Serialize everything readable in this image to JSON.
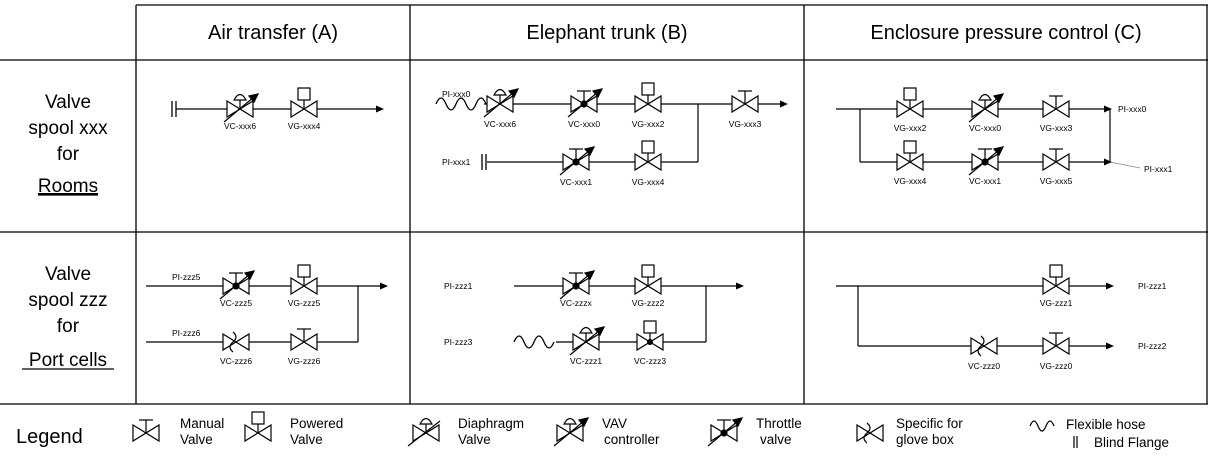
{
  "headers": {
    "air": "Air transfer (A)",
    "trunk": "Elephant trunk (B)",
    "enclosure": "Enclosure pressure control (C)"
  },
  "rows": {
    "rooms": {
      "line1": "Valve",
      "line2": "spool xxx",
      "line3": "for",
      "line4": "Rooms"
    },
    "ports": {
      "line1": "Valve",
      "line2": "spool zzz",
      "line3": "for",
      "line4": "Port cells"
    }
  },
  "valve_tags": {
    "a_rooms_vc": "VC-xxx6",
    "a_rooms_vg": "VG-xxx4",
    "b_rooms_pi0": "PI-xxx0",
    "b_rooms_vc6": "VC-xxx6",
    "b_rooms_vc0": "VC-xxx0",
    "b_rooms_vg2": "VG-xxx2",
    "b_rooms_vg3": "VG-xxx3",
    "b_rooms_pi1": "PI-xxx1",
    "b_rooms_vc1": "VC-xxx1",
    "b_rooms_vg4": "VG-xxx4",
    "c_rooms_vg2": "VG-xxx2",
    "c_rooms_vc0": "VC-xxx0",
    "c_rooms_vg3": "VG-xxx3",
    "c_rooms_pi0": "PI-xxx0",
    "c_rooms_vg4": "VG-xxx4",
    "c_rooms_vc1": "VC-xxx1",
    "c_rooms_vg5": "VG-xxx5",
    "c_rooms_pi1": "PI-xxx1",
    "a_ports_pi5": "PI-zzz5",
    "a_ports_vc5": "VC-zzz5",
    "a_ports_vg5": "VG-zzz5",
    "a_ports_pi6": "PI-zzz6",
    "a_ports_vc6": "VC-zzz6",
    "a_ports_vg6": "VG-zzz6",
    "b_ports_pi1": "PI-zzz1",
    "b_ports_vcx": "VC-zzzx",
    "b_ports_vg2": "VG-zzz2",
    "b_ports_pi3": "PI-zzz3",
    "b_ports_vc1": "VC-zzz1",
    "b_ports_vc3": "VC-zzz3",
    "c_ports_vg1": "VG-zzz1",
    "c_ports_pi1": "PI-zzz1",
    "c_ports_vc0": "VC-zzz0",
    "c_ports_vg0": "VG-zzz0",
    "c_ports_pi2": "PI-zzz2"
  },
  "legend": {
    "title": "Legend",
    "manual_1": "Manual",
    "manual_2": "Valve",
    "powered_1": "Powered",
    "powered_2": "Valve",
    "diaphragm_1": "Diaphragm",
    "diaphragm_2": "Valve",
    "vav_1": "VAV",
    "vav_2": "controller",
    "throttle_1": "Throttle",
    "throttle_2": "valve",
    "glove_1": "Specific for",
    "glove_2": "glove box",
    "flex": "Flexible hose",
    "blind": "Blind Flange"
  }
}
